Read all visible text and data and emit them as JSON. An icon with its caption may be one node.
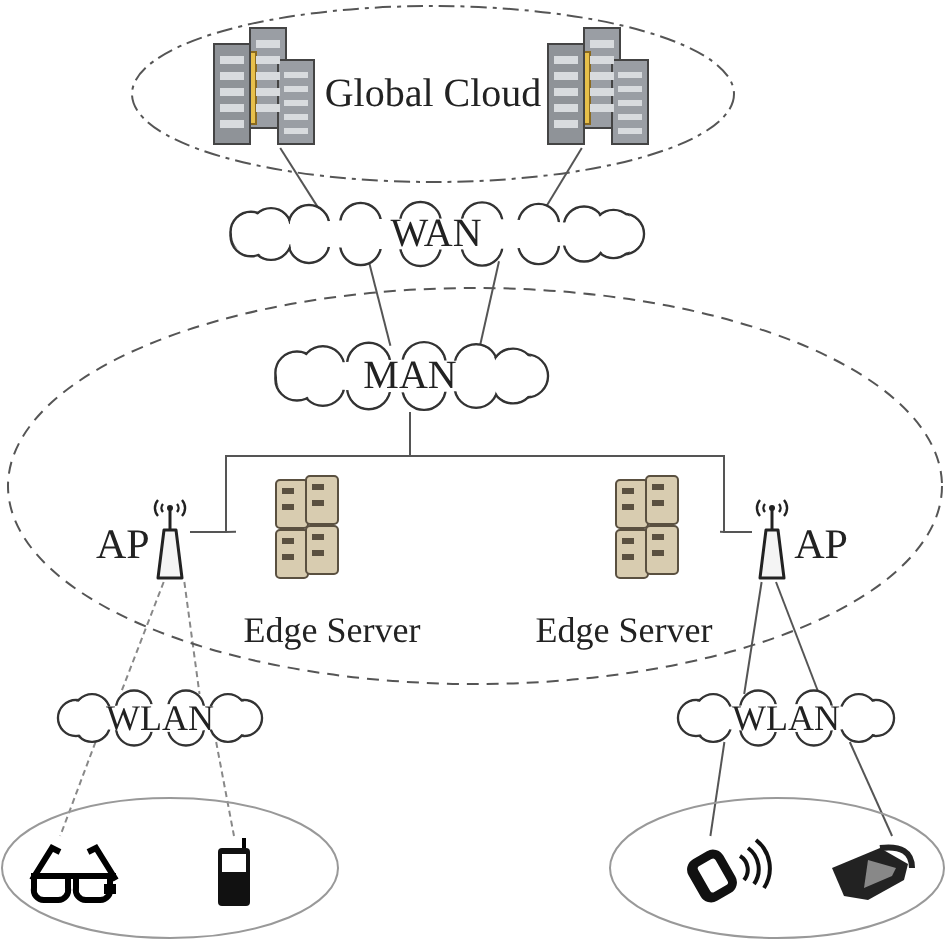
{
  "diagram": {
    "nodes": [
      {
        "text": [
          "Global Cloud"
        ]
      },
      {
        "text": [],
        "shape": "picture",
        "in": 0
      },
      {
        "text": [],
        "shape": "picture",
        "in": 0
      },
      {
        "text": [
          "WAN"
        ]
      },
      {
        "text": [],
        "shape": "ellipse"
      },
      {
        "text": [
          "MAN"
        ],
        "in": 4
      },
      {
        "text": [
          "AP"
        ],
        "in": 4
      },
      {
        "text": [
          "Edge Server"
        ],
        "in": 4
      },
      {
        "text": [
          "Edge Server"
        ],
        "in": 4
      },
      {
        "text": [
          "AP"
        ],
        "in": 4
      },
      {
        "text": [
          "WLAN"
        ]
      },
      {
        "text": [
          "WLAN"
        ]
      },
      {
        "text": [],
        "shape": "ellipse"
      },
      {
        "text": [],
        "shape": "picture",
        "in": 12
      },
      {
        "text": [],
        "shape": "picture",
        "in": 12
      },
      {
        "text": [],
        "shape": "ellipse"
      },
      {
        "text": [],
        "shape": "picture",
        "in": 15
      },
      {
        "text": [],
        "shape": "picture",
        "in": 15
      }
    ],
    "edges": [
      {
        "from": 1,
        "to": 3,
        "arrow": "none"
      },
      {
        "from": 2,
        "to": 3,
        "arrow": "none"
      },
      {
        "from": 3,
        "to": 5,
        "arrow": "none"
      },
      {
        "from": 3,
        "to": 5,
        "arrow": "none"
      },
      {
        "from": 5,
        "to": 6,
        "arrow": "none"
      },
      {
        "from": 5,
        "to": 7,
        "arrow": "none"
      },
      {
        "from": 5,
        "to": 8,
        "arrow": "none"
      },
      {
        "from": 5,
        "to": 9,
        "arrow": "none"
      },
      {
        "from": 6,
        "to": 10,
        "arrow": "none",
        "style": "dashed"
      },
      {
        "from": 6,
        "to": 10,
        "arrow": "none",
        "style": "dashed"
      },
      {
        "from": 10,
        "to": 13,
        "arrow": "none",
        "style": "dashed"
      },
      {
        "from": 10,
        "to": 14,
        "arrow": "none",
        "style": "dashed"
      },
      {
        "from": 9,
        "to": 11,
        "arrow": "none"
      },
      {
        "from": 9,
        "to": 11,
        "arrow": "none"
      },
      {
        "from": 11,
        "to": 16,
        "arrow": "none"
      },
      {
        "from": 11,
        "to": 17,
        "arrow": "none"
      }
    ]
  }
}
